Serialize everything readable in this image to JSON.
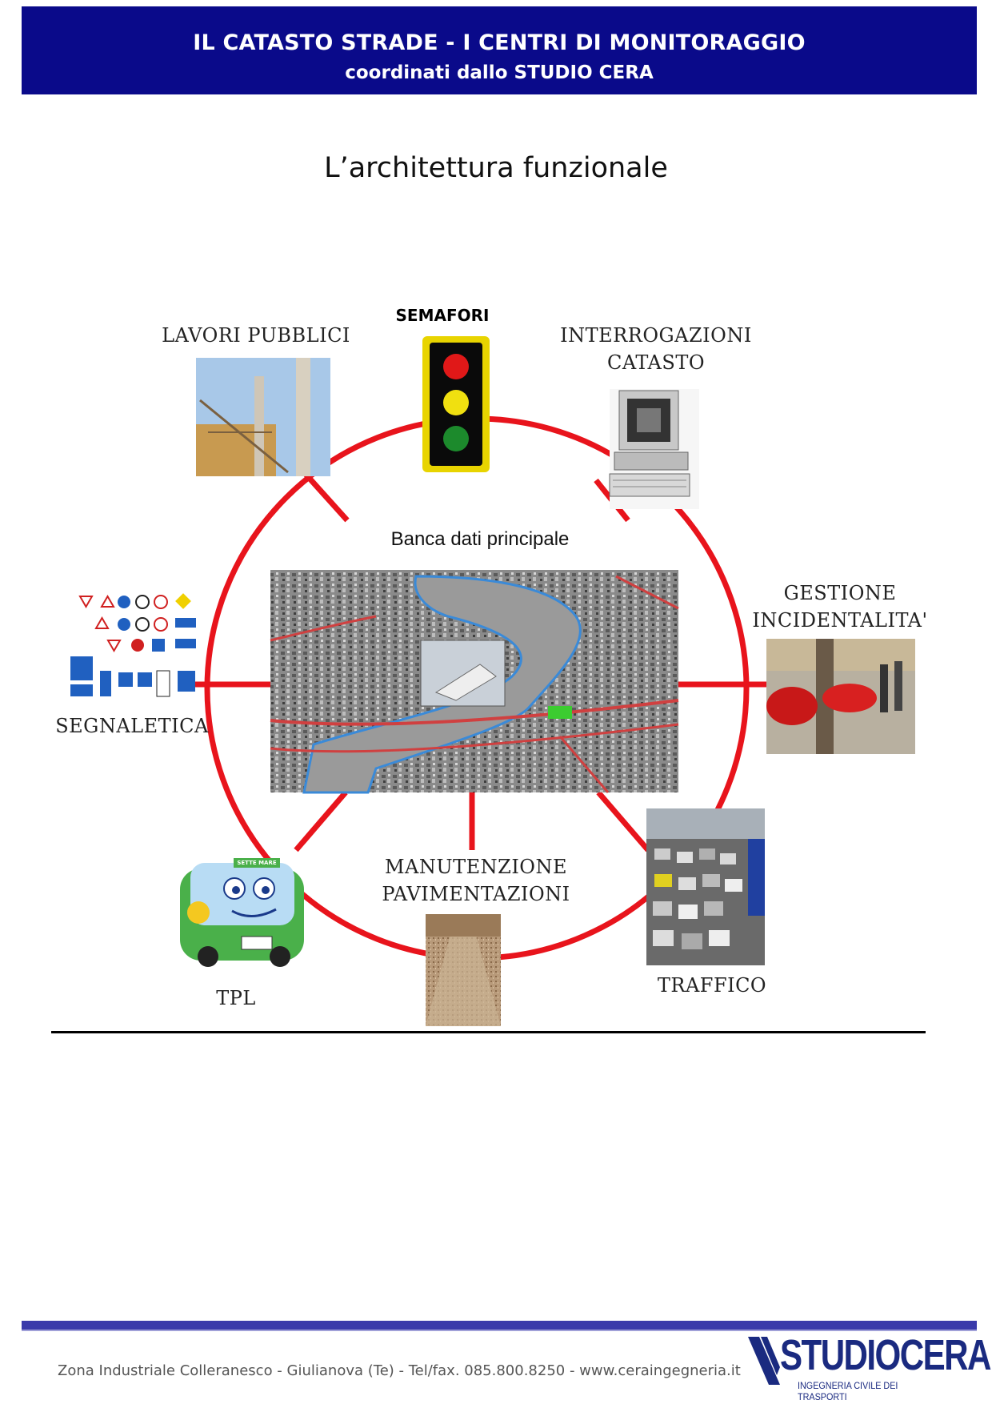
{
  "header": {
    "title": "IL CATASTO STRADE - I CENTRI DI MONITORAGGIO",
    "subtitle": "coordinati dallo STUDIO CERA"
  },
  "page_title": "L’architettura funzionale",
  "diagram": {
    "center_label": "Banca dati principale",
    "nodes": {
      "semafori": "SEMAFORI",
      "lavori_pubblici": "LAVORI PUBBLICI",
      "interrogazioni_line1": "INTERROGAZIONI",
      "interrogazioni_line2": "CATASTO",
      "gestione_line1": "GESTIONE",
      "gestione_line2": "INCIDENTALITA'",
      "segnaletica": "SEGNALETICA",
      "tpl": "TPL",
      "manutenzione_line1": "MANUTENZIONE",
      "manutenzione_line2": "PAVIMENTAZIONI",
      "traffico": "TRAFFICO"
    },
    "bus_sign": "SETTE MARE"
  },
  "footer": {
    "address": "Zona Industriale Colleranesco - Giulianova (Te) - Tel/fax. 085.800.8250 - www.ceraingegneria.it",
    "logo_name": "STUDIOCERA",
    "logo_tagline": "INGEGNERIA CIVILE DEI TRASPORTI"
  },
  "colors": {
    "header_bg": "#0a0a8a",
    "ring": "#e8141c",
    "footer_bar": "#3a3aaa",
    "logo": "#1a2a80"
  }
}
